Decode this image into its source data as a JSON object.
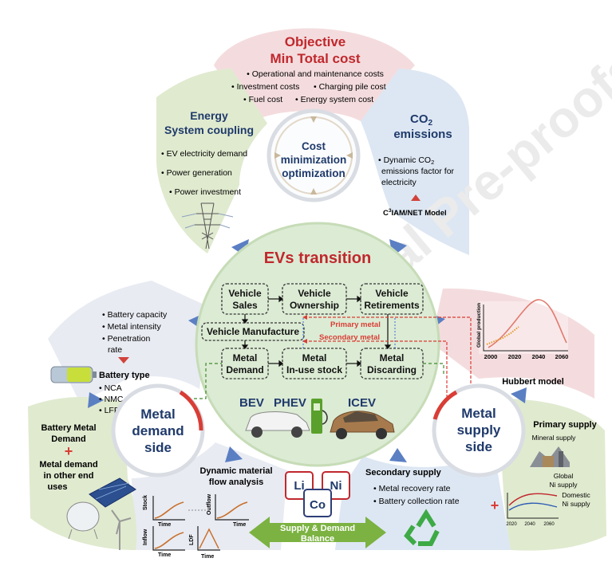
{
  "objective": {
    "title1": "Objective",
    "title2": "Min Total cost",
    "items": [
      "• Operational and maintenance costs",
      "• Investment costs",
      "• Charging pile cost",
      "• Fuel cost",
      "• Energy system cost"
    ]
  },
  "energy": {
    "title1": "Energy",
    "title2": "System coupling",
    "items": [
      "• EV electricity demand",
      "• Power generation",
      "• Power  investment"
    ]
  },
  "co2": {
    "title1": "CO",
    "sub": "2",
    "title2": "emissions",
    "item_a": "• Dynamic CO",
    "item_a_sub": "2",
    "item_b": "emissions factor for",
    "item_c": "electricity",
    "model_pre": "C",
    "model_sup": "3",
    "model_post": "IAM/NET Model"
  },
  "center_circle": [
    "Cost",
    "minimization",
    "optimization"
  ],
  "ev": {
    "title": "EVs transition",
    "boxes": {
      "sales": [
        "Vehicle",
        "Sales"
      ],
      "ownership": [
        "Vehicle",
        "Ownership"
      ],
      "retirements": [
        "Vehicle",
        "Retirements"
      ],
      "manufacture": [
        "Vehicle Manufacture"
      ],
      "metal_demand": [
        "Metal",
        "Demand"
      ],
      "inuse": [
        "Metal",
        "In-use stock"
      ],
      "discarding": [
        "Metal",
        "Discarding"
      ]
    },
    "primary_metal": "Primary metal",
    "secondary_metal": "Secondary metal",
    "bev": "BEV",
    "phev": "PHEV",
    "icev": "ICEV"
  },
  "demand": {
    "items": [
      "• Battery capacity",
      "• Metal intensity",
      "• Penetration",
      "rate"
    ],
    "battery_type": "Battery type",
    "types": [
      "• NCA",
      "• NMC",
      "• LFP"
    ],
    "circle": [
      "Metal",
      "demand",
      "side"
    ],
    "left1": [
      "Battery Metal",
      "Demand"
    ],
    "plus": "+",
    "left2": [
      "Metal demand",
      "in other end",
      "uses"
    ],
    "dmfa": [
      "Dynamic material",
      "flow analysis"
    ],
    "chart_labels": {
      "stock": "Stock",
      "time": "Time",
      "outflow": "Outflow",
      "ldf": "LDF",
      "inflow": "Inflow"
    }
  },
  "supply": {
    "circle": [
      "Metal",
      "supply",
      "side"
    ],
    "hubbert": "Hubbert model",
    "hubbert_ylabel": "Global production",
    "hubbert_ticks": [
      "2000",
      "2020",
      "2040",
      "2060"
    ],
    "primary": "Primary supply",
    "mineral": "Mineral supply",
    "secondary": "Secondary supply",
    "sec_items": [
      "• Metal recovery rate",
      "• Battery collection rate"
    ],
    "ni_global": [
      "Global",
      "Ni supply"
    ],
    "ni_domestic": [
      "Domestic",
      "Ni supply"
    ],
    "ni_ticks": [
      "2020",
      "2040",
      "2060"
    ],
    "plus": "+"
  },
  "balance": {
    "li": "Li",
    "ni": "Ni",
    "co": "Co",
    "label": [
      "Supply & Demand",
      "Balance"
    ]
  },
  "watermark": "Journal Pre-proofs",
  "colors": {
    "pink": "#f3d9dc",
    "green": "#dfe9d3",
    "blue": "#dde7f2",
    "dark_red": "#c0282d",
    "navy": "#1f3a6b",
    "ev_green": "#2e9d3a",
    "arrow_blue": "#5b7fc3",
    "balance_green": "#7bb241"
  }
}
